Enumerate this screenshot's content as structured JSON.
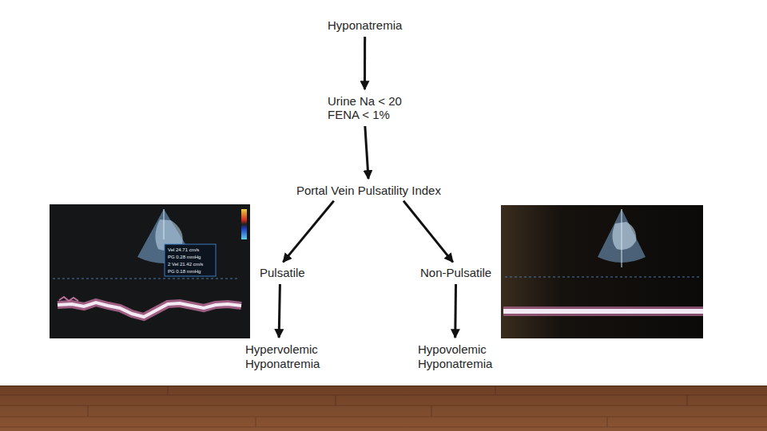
{
  "diagram": {
    "nodes": [
      {
        "text": [
          "Hyponatremia"
        ]
      },
      {
        "text": [
          "Urine Na < 20",
          "FENA < 1%"
        ]
      },
      {
        "text": [
          "Portal Vein Pulsatility Index"
        ]
      },
      {
        "text": [
          "Pulsatile"
        ]
      },
      {
        "text": [
          "Non-Pulsatile"
        ]
      },
      {
        "text": [
          "Hypervolemic Hyponatremia"
        ]
      },
      {
        "text": [
          "Hypovolemic Hyponatremia"
        ]
      }
    ],
    "edges": [
      {
        "from": 0,
        "to": 1,
        "arrow": "to"
      },
      {
        "from": 1,
        "to": 2,
        "arrow": "to"
      },
      {
        "from": 2,
        "to": 3,
        "arrow": "to"
      },
      {
        "from": 2,
        "to": 4,
        "arrow": "to"
      },
      {
        "from": 3,
        "to": 5,
        "arrow": "to"
      },
      {
        "from": 4,
        "to": 6,
        "arrow": "to"
      }
    ],
    "labels": [
      "Vel 24.71 cm/s",
      "PG 0.28 mmHg",
      "2 Vel 21.42 cm/s",
      "PG 0.18 mmHg"
    ]
  }
}
